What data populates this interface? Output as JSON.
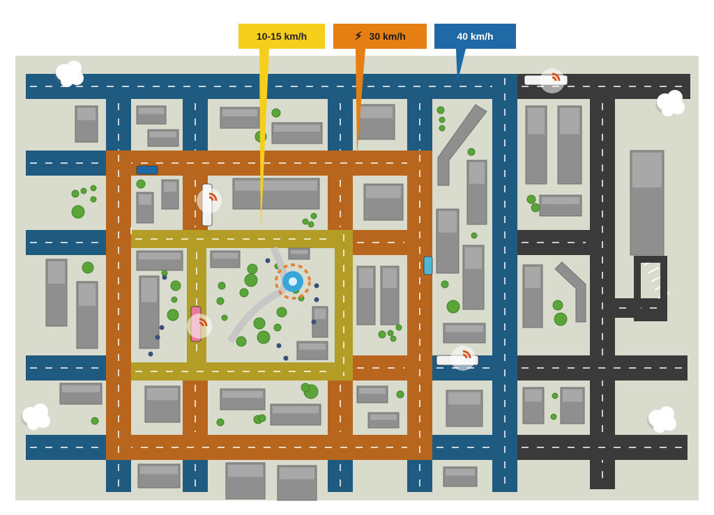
{
  "legend": {
    "slow_zone_label": "10-15 km/h",
    "medium_zone_label": "30 km/h",
    "fast_zone_label": "40 km/h",
    "medium_zone_icon": "lightning-bolt-icon"
  },
  "colors": {
    "background": "#ffffff",
    "ground": "#d9dccd",
    "road_40": "#1f5a80",
    "road_30": "#b8661e",
    "road_slow": "#b39d27",
    "road_dark": "#3a3a3a",
    "building": "#8f8f8f",
    "tree": "#5aa43a",
    "fountain": "#39a6d9",
    "radar": "#d9531e",
    "legend_yellow": "#f5cf1c",
    "legend_orange": "#e57f14",
    "legend_blue": "#1f6aa6"
  },
  "icons": [
    "lightning-bolt-icon",
    "speed-radar-icon",
    "car-icon",
    "tree-icon",
    "fountain-icon",
    "cloud-icon",
    "pedestrian-icon"
  ]
}
